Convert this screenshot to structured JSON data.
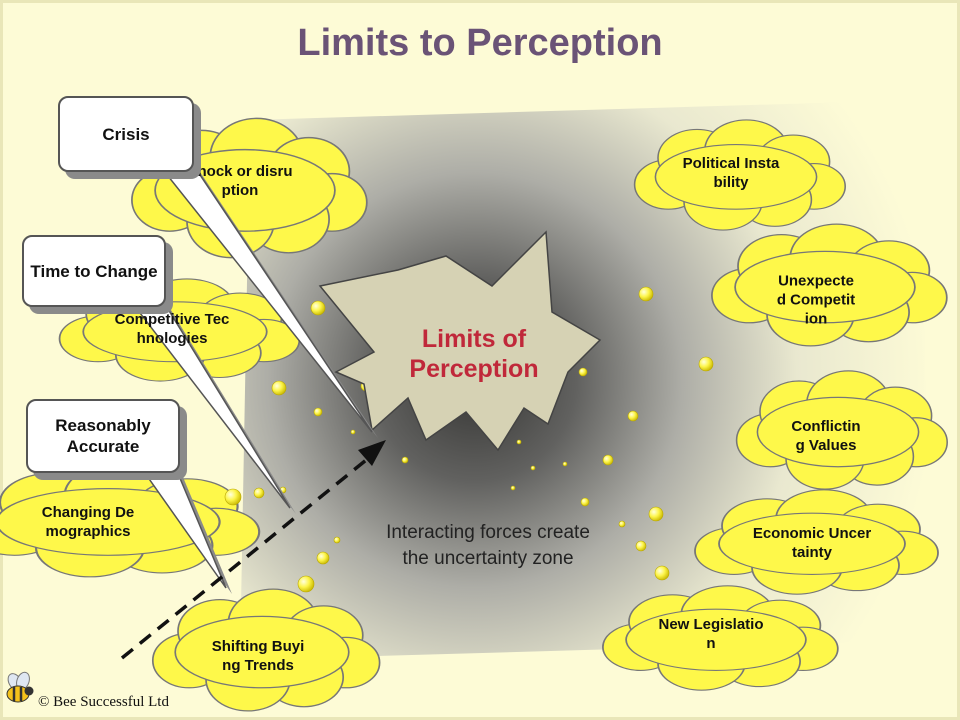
{
  "title": "Limits to Perception",
  "center_label": "Limits of Perception",
  "zone_caption": "Interacting forces create the uncertainty zone",
  "copyright": "© Bee Successful Ltd",
  "clouds_left": [
    {
      "label": "Shock or disruption"
    },
    {
      "label": "Competitive Technologies"
    },
    {
      "label": "Changing Demographics"
    },
    {
      "label": "Shifting Buying Trends"
    }
  ],
  "clouds_right": [
    {
      "label": "Political Instability"
    },
    {
      "label": "Unexpected Competition"
    },
    {
      "label": "Conflicting Values"
    },
    {
      "label": "Economic Uncertainty"
    },
    {
      "label": "New Legislation"
    }
  ],
  "callouts": [
    {
      "label": "Crisis"
    },
    {
      "label": "Time to Change"
    },
    {
      "label": "Reasonably Accurate"
    }
  ],
  "colors": {
    "background": "#fdfbd6",
    "cloud_fill": "#fef84a",
    "cloud_stroke": "#777777",
    "title": "#6a5376",
    "center_text": "#c0283a",
    "starburst_fill": "#d6d2b4"
  },
  "icons": [
    "bee-icon"
  ]
}
